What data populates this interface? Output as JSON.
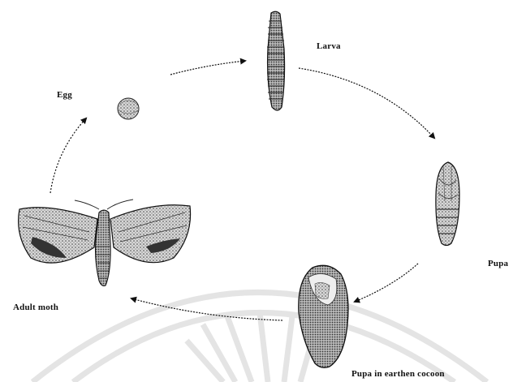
{
  "labels": {
    "egg": "Egg",
    "larva": "Larva",
    "pupa": "Pupa",
    "cocoon": "Pupa in earthen cocoon",
    "adult": "Adult moth"
  },
  "colors": {
    "ink": "#111111",
    "shade": "#555555",
    "watermark": "#e4e4e4"
  }
}
